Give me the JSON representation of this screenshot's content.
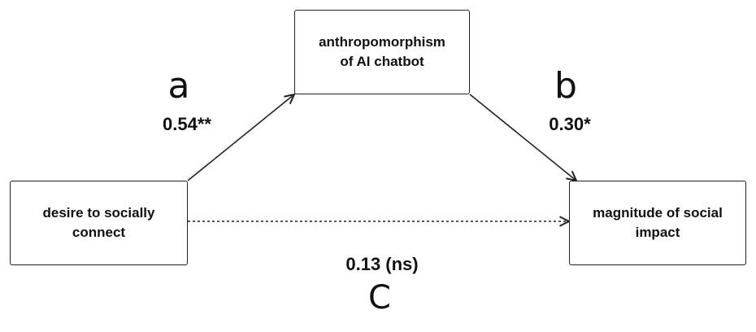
{
  "nodes": {
    "mediator": {
      "line1": "anthropomorphism",
      "line2": "of AI chatbot"
    },
    "predictor": {
      "line1": "desire to socially",
      "line2": "connect"
    },
    "outcome": {
      "line1": "magnitude of social",
      "line2": "impact"
    }
  },
  "paths": {
    "a": {
      "letter": "a",
      "coefficient": "0.54**"
    },
    "b": {
      "letter": "b",
      "coefficient": "0.30*"
    },
    "c": {
      "letter": "C",
      "coefficient": "0.13 (ns)"
    }
  },
  "colors": {
    "line": "#222222",
    "text": "#111111",
    "background": "#ffffff"
  }
}
